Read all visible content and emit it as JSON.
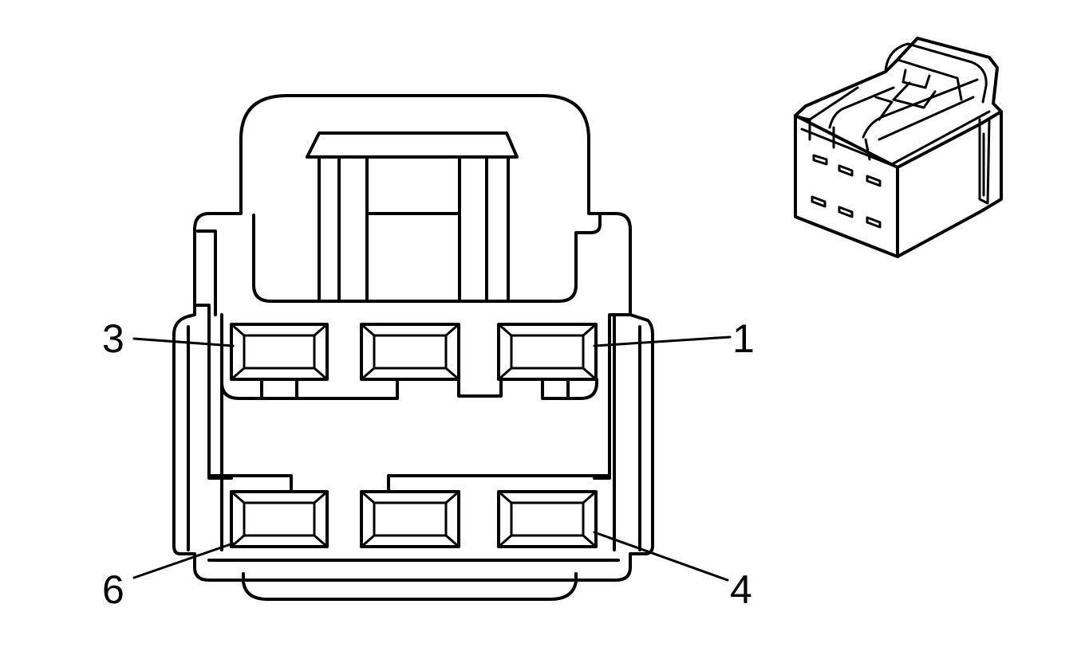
{
  "figure": {
    "background": "#ffffff",
    "line_color": "#000000"
  },
  "pin_labels": [
    {
      "id": "pin-3",
      "text": "3"
    },
    {
      "id": "pin-1",
      "text": "1"
    },
    {
      "id": "pin-6",
      "text": "6"
    },
    {
      "id": "pin-4",
      "text": "4"
    }
  ],
  "connector": {
    "cavities_top_row": 3,
    "cavities_bottom_row": 3,
    "total_cavities": 6
  }
}
